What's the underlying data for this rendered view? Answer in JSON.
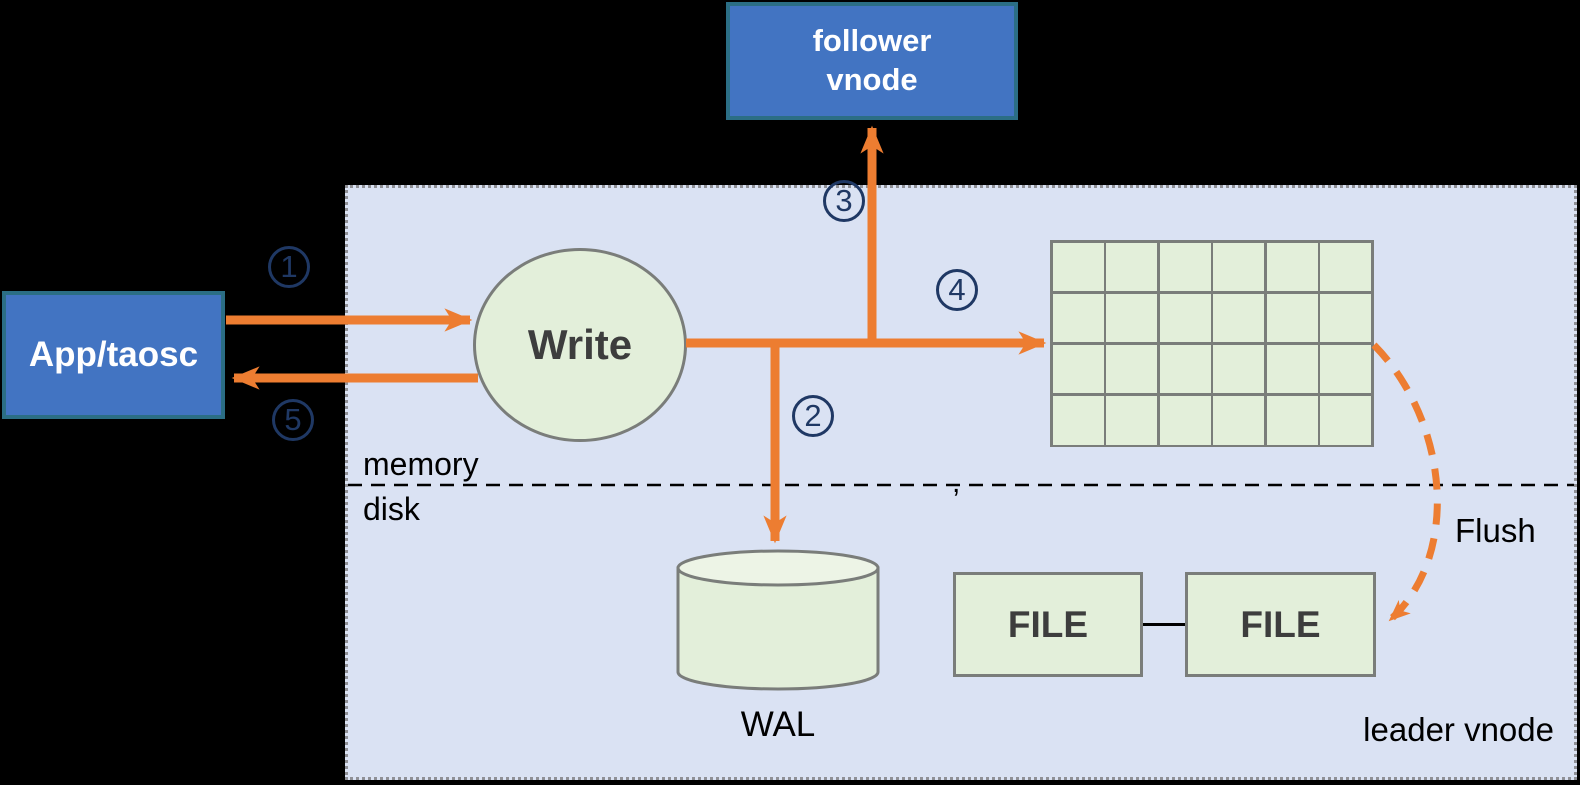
{
  "nodes": {
    "follower_vnode": {
      "label": "follower vnode"
    },
    "app_taosc": {
      "label": "App/taosc"
    },
    "write": {
      "label": "Write"
    },
    "wal": {
      "label": "WAL"
    },
    "file1": {
      "label": "FILE"
    },
    "file2": {
      "label": "FILE"
    }
  },
  "labels": {
    "memory": "memory",
    "disk": "disk",
    "flush": "Flush",
    "leader_vnode": "leader vnode",
    "stray_comma": ","
  },
  "steps": [
    {
      "num": "1"
    },
    {
      "num": "2"
    },
    {
      "num": "3"
    },
    {
      "num": "4"
    },
    {
      "num": "5"
    }
  ],
  "edges": [
    {
      "step": "1",
      "from": "App/taosc",
      "to": "Write"
    },
    {
      "step": "2",
      "from": "Write",
      "to": "WAL"
    },
    {
      "step": "3",
      "from": "Write",
      "to": "follower vnode"
    },
    {
      "step": "4",
      "from": "Write",
      "to": "memory table grid"
    },
    {
      "step": "5",
      "from": "Write",
      "to": "App/taosc"
    },
    {
      "step": "Flush",
      "from": "memory table grid",
      "to": "FILE"
    }
  ],
  "grid": {
    "rows": 4,
    "cols": 6
  },
  "colors": {
    "canvas_bg": "#000000",
    "container_bg": "#dae2f3",
    "node_blue": "#4274c2",
    "node_blue_border": "#2b6e85",
    "node_green": "#e3efda",
    "node_green_border": "#7a7d7a",
    "arrow_orange": "#ed7d31",
    "step_navy": "#1f3864"
  }
}
